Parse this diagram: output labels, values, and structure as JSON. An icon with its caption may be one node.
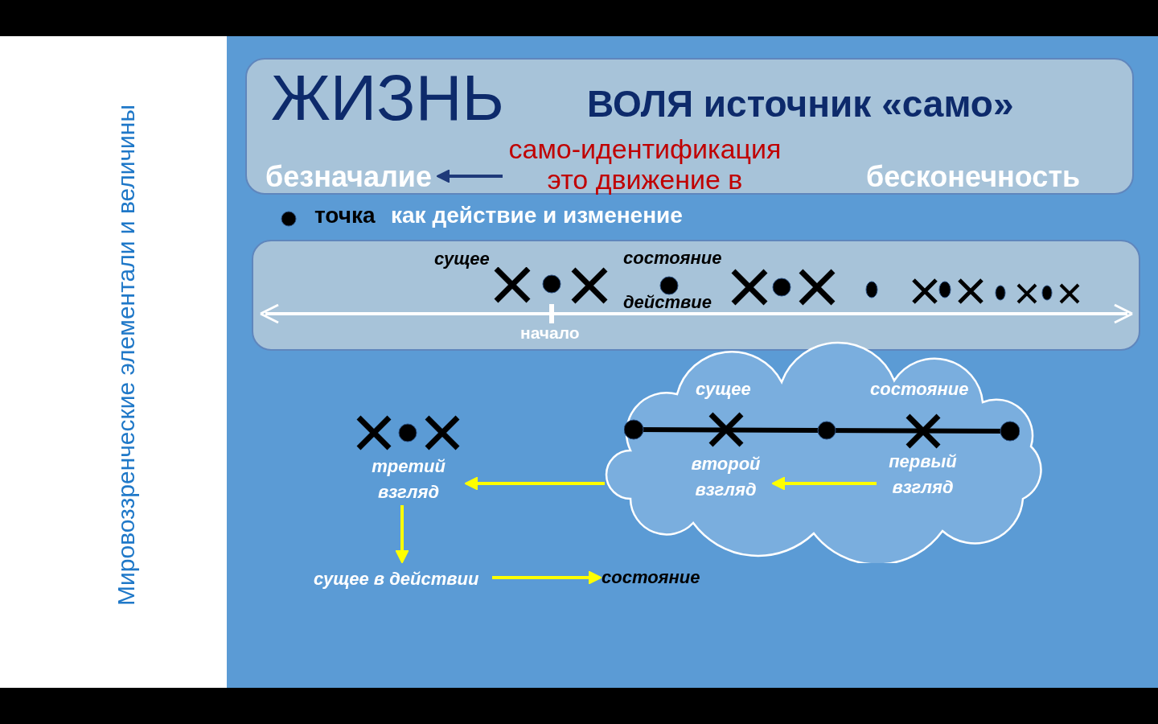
{
  "diagram": {
    "nodes": [
      {
        "text": [
          "ЖИЗНЬ",
          "ВОЛЯ источник «само»"
        ]
      },
      {
        "text": [
          "безначалие"
        ],
        "in": 0
      },
      {
        "text": [
          "само-идентификация это движение в"
        ],
        "in": 0
      },
      {
        "text": [
          "бесконечность"
        ],
        "in": 0
      },
      {
        "text": [
          "сущее",
          "состояние",
          "действие",
          "начало"
        ]
      },
      {
        "text": [
          "сущее",
          "состояние"
        ]
      },
      {
        "text": [
          "второй взгляд"
        ],
        "in": 5
      },
      {
        "text": [
          "первый взгляд"
        ],
        "in": 5
      },
      {
        "text": [
          "третий взгляд"
        ]
      },
      {
        "text": [
          "сущее в действии"
        ]
      },
      {
        "text": [
          "состояние"
        ]
      }
    ],
    "edges": [
      {
        "from": 2,
        "to": 1,
        "arrow": "to",
        "color": "#1f3a7a"
      },
      {
        "from": 7,
        "to": 6,
        "arrow": "to"
      },
      {
        "from": 5,
        "to": 8,
        "arrow": "to"
      },
      {
        "from": 8,
        "to": 9,
        "arrow": "to"
      },
      {
        "from": 9,
        "to": 10,
        "arrow": "to"
      }
    ],
    "labels": [
      "Мировоззренческие элементали и величины",
      "точка",
      "как действие и изменение"
    ]
  }
}
